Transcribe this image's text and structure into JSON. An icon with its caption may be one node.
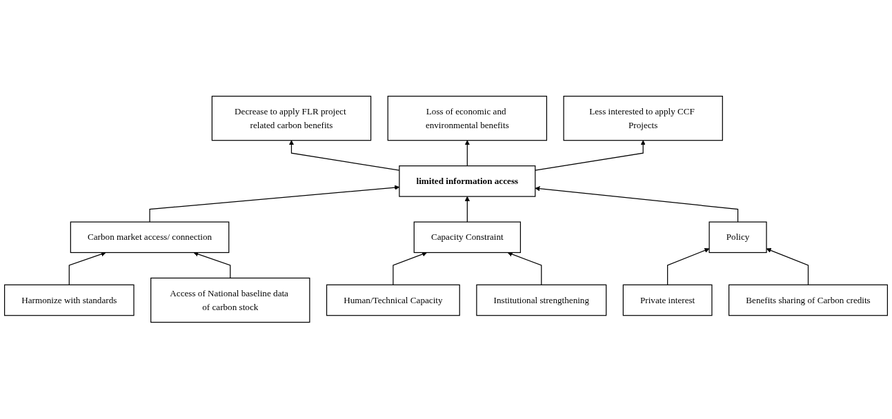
{
  "diagram": {
    "nodes": [
      {
        "text": [
          "Decrease to apply FLR project related carbon benefits"
        ]
      },
      {
        "text": [
          "Loss of economic and environmental benefits"
        ]
      },
      {
        "text": [
          "Less interested to apply CCF Projects"
        ]
      },
      {
        "text": [
          "limited information access"
        ]
      },
      {
        "text": [
          "Carbon market access/ connection"
        ]
      },
      {
        "text": [
          "Capacity Constraint"
        ]
      },
      {
        "text": [
          "Policy"
        ]
      },
      {
        "text": [
          "Harmonize with standards"
        ]
      },
      {
        "text": [
          "Access of National baseline data of carbon stock"
        ]
      },
      {
        "text": [
          "Human/Technical Capacity"
        ]
      },
      {
        "text": [
          "Institutional strengthening"
        ]
      },
      {
        "text": [
          "Private interest"
        ]
      },
      {
        "text": [
          "Benefits sharing of Carbon credits"
        ]
      }
    ],
    "edges": [
      {
        "from": 3,
        "to": 0,
        "arrow": "to"
      },
      {
        "from": 3,
        "to": 1,
        "arrow": "to"
      },
      {
        "from": 3,
        "to": 2,
        "arrow": "to"
      },
      {
        "from": 4,
        "to": 3,
        "arrow": "to"
      },
      {
        "from": 5,
        "to": 3,
        "arrow": "to"
      },
      {
        "from": 6,
        "to": 3,
        "arrow": "to"
      },
      {
        "from": 7,
        "to": 4,
        "arrow": "to"
      },
      {
        "from": 8,
        "to": 4,
        "arrow": "to"
      },
      {
        "from": 9,
        "to": 5,
        "arrow": "to"
      },
      {
        "from": 10,
        "to": 5,
        "arrow": "to"
      },
      {
        "from": 11,
        "to": 6,
        "arrow": "to"
      },
      {
        "from": 12,
        "to": 6,
        "arrow": "to"
      }
    ]
  }
}
